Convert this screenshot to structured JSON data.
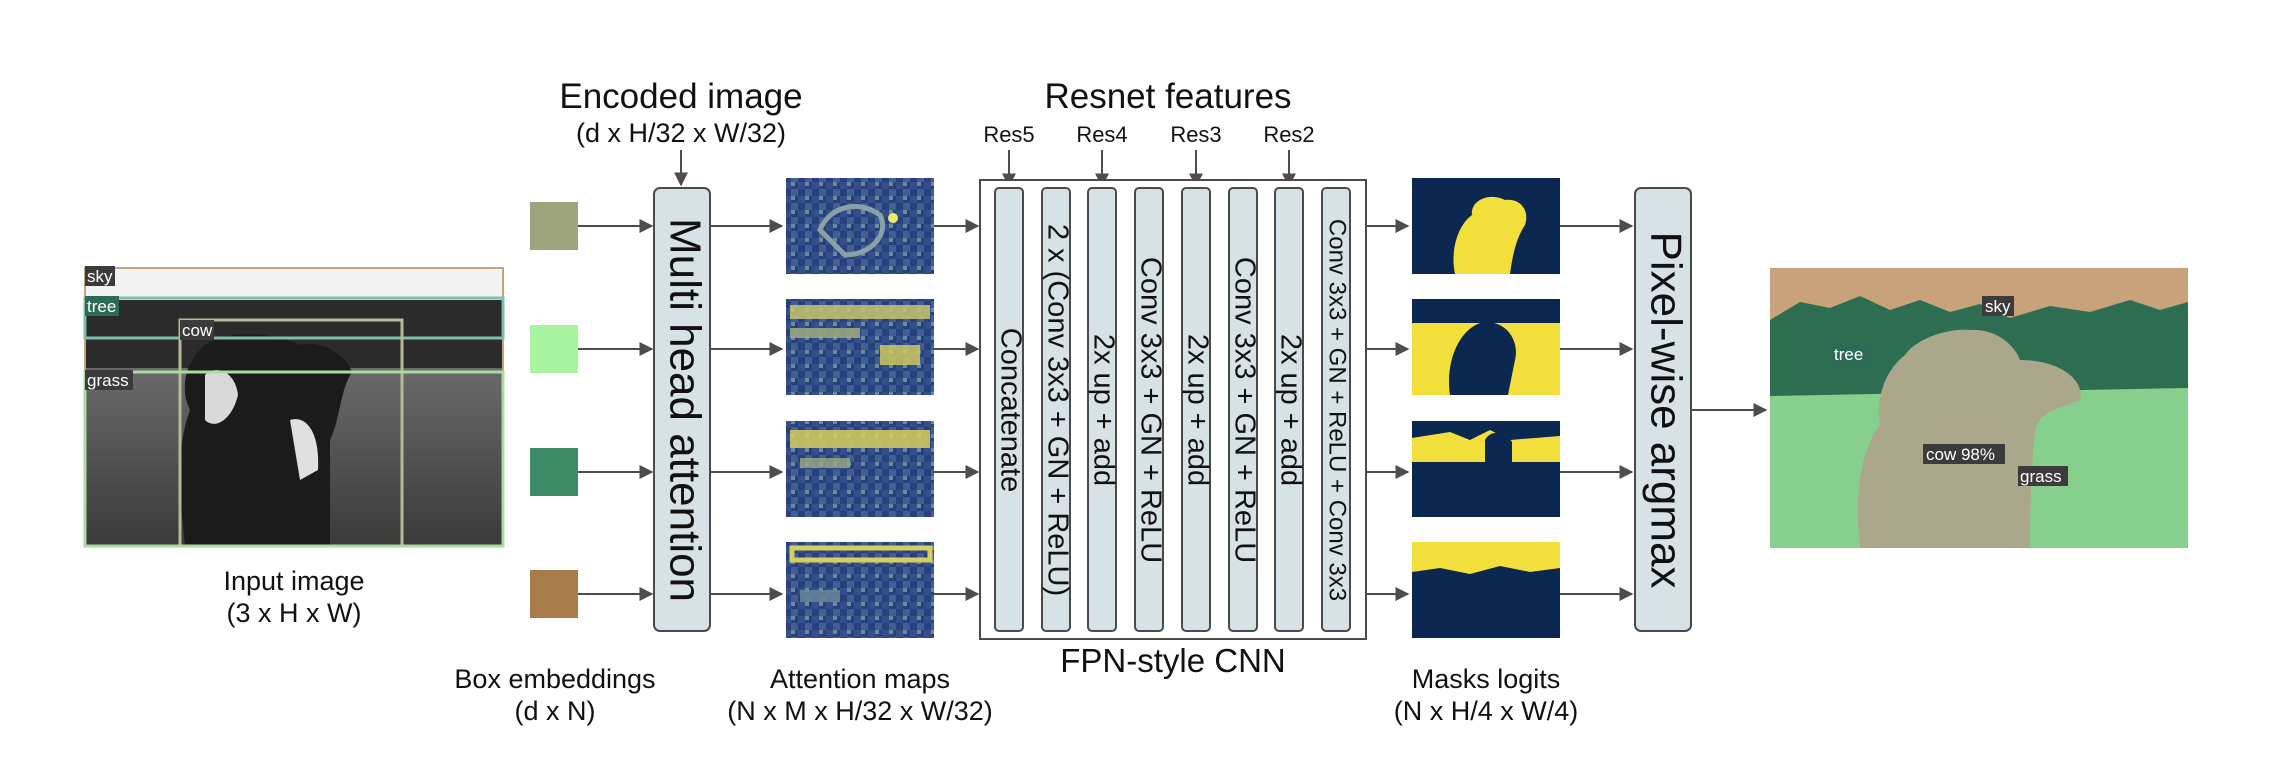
{
  "input": {
    "label": "Input image",
    "shape": "(3 x H x W)",
    "tags": [
      "sky",
      "tree",
      "cow",
      "grass"
    ]
  },
  "box_embeddings": {
    "label": "Box embeddings",
    "shape": "(d x N)",
    "colors": [
      "#9ea47c",
      "#a8f3a0",
      "#3e8b67",
      "#a87c4a"
    ]
  },
  "encoded": {
    "title": "Encoded image",
    "shape": "(d x H/32 x W/32)"
  },
  "mha": {
    "label": "Multi head attention"
  },
  "attention": {
    "label": "Attention maps",
    "shape": "(N x M x H/32 x W/32)"
  },
  "resnet": {
    "title": "Resnet features",
    "taps": [
      "Res5",
      "Res4",
      "Res3",
      "Res2"
    ]
  },
  "fpn": {
    "label": "FPN-style CNN",
    "columns": [
      "Concatenate",
      "2 x (Conv 3x3 + GN + ReLU)",
      "2x up + add",
      "Conv 3x3 + GN + ReLU",
      "2x up + add",
      "Conv 3x3 + GN + ReLU",
      "2x up + add",
      "Conv 3x3 + GN + ReLU + Conv 3x3"
    ]
  },
  "masks": {
    "label": "Masks logits",
    "shape": "(N x H/4 x W/4)"
  },
  "argmax": {
    "label": "Pixel-wise argmax"
  },
  "output": {
    "tags": [
      "sky",
      "tree",
      "cow 98%",
      "grass"
    ]
  },
  "colors": {
    "block_fill": "#d7e2e6",
    "block_stroke": "#4a4a4a",
    "arrow": "#4d4d4d",
    "attn_bg": "#29407c",
    "attn_hi": "#d6cf5e",
    "mask_bg": "#0c2850",
    "mask_fg": "#f3df3b",
    "out_sky": "#c8a27a",
    "out_tree": "#2d6e52",
    "out_cow": "#aaa78a",
    "out_grass": "#86cf8c"
  }
}
